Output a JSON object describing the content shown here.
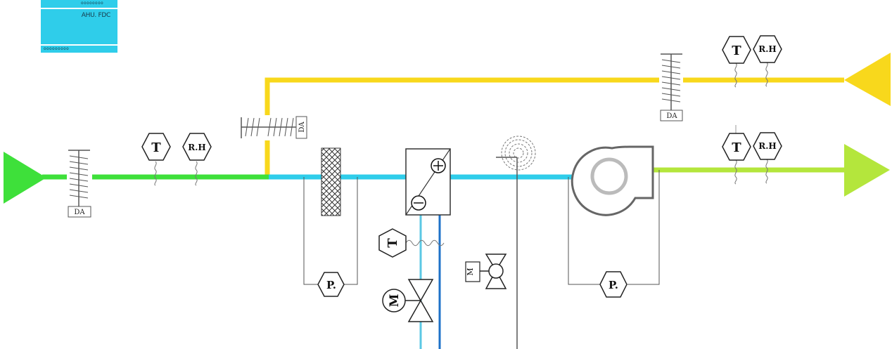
{
  "controller": {
    "label": "AHU. FDC",
    "dots_top": "oooooooo",
    "dots_bottom": "ooooooooo",
    "color": "#2fcdea"
  },
  "labels": {
    "damper": "DA",
    "temperature": "T",
    "humidity": "R.H",
    "pressure": "P.",
    "motor": "M"
  },
  "colors": {
    "fresh_air": "#3ee03a",
    "return_air": "#f8d81c",
    "supply_duct": "#2fcdea",
    "supply_air": "#b4e63c",
    "chilled_water_supply": "#5bc8e4",
    "chilled_water_return": "#1e72c8",
    "line": "#555555"
  },
  "icons": [
    "fresh-air-inlet-arrow",
    "return-air-arrow",
    "supply-air-arrow",
    "damper-icon",
    "filter-icon",
    "cooling-coil-icon",
    "humidifier-icon",
    "fan-icon",
    "valve-icon"
  ]
}
